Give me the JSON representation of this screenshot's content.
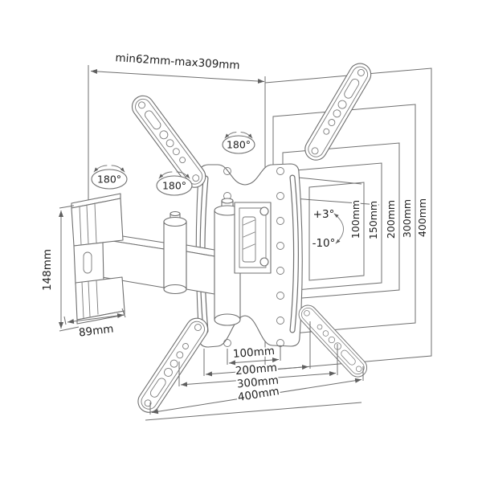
{
  "figure": {
    "type": "technical line drawing",
    "subject": "Full-motion articulating TV wall mount with VESA adapter plate and extension arms",
    "line_color": "#6f6f6f",
    "background_color": "#ffffff"
  },
  "labels": {
    "extension_range": "min62mm-max309mm",
    "rotation_badges": [
      "180°",
      "180°",
      "180°"
    ],
    "tilt_up": "+3°",
    "tilt_down": "-10°",
    "wall_plate_height": "148mm",
    "wall_plate_width": "89mm",
    "vesa_vertical": [
      "100mm",
      "150mm",
      "200mm",
      "300mm",
      "400mm"
    ],
    "vesa_horizontal": [
      "100mm",
      "200mm",
      "300mm",
      "400mm"
    ]
  }
}
